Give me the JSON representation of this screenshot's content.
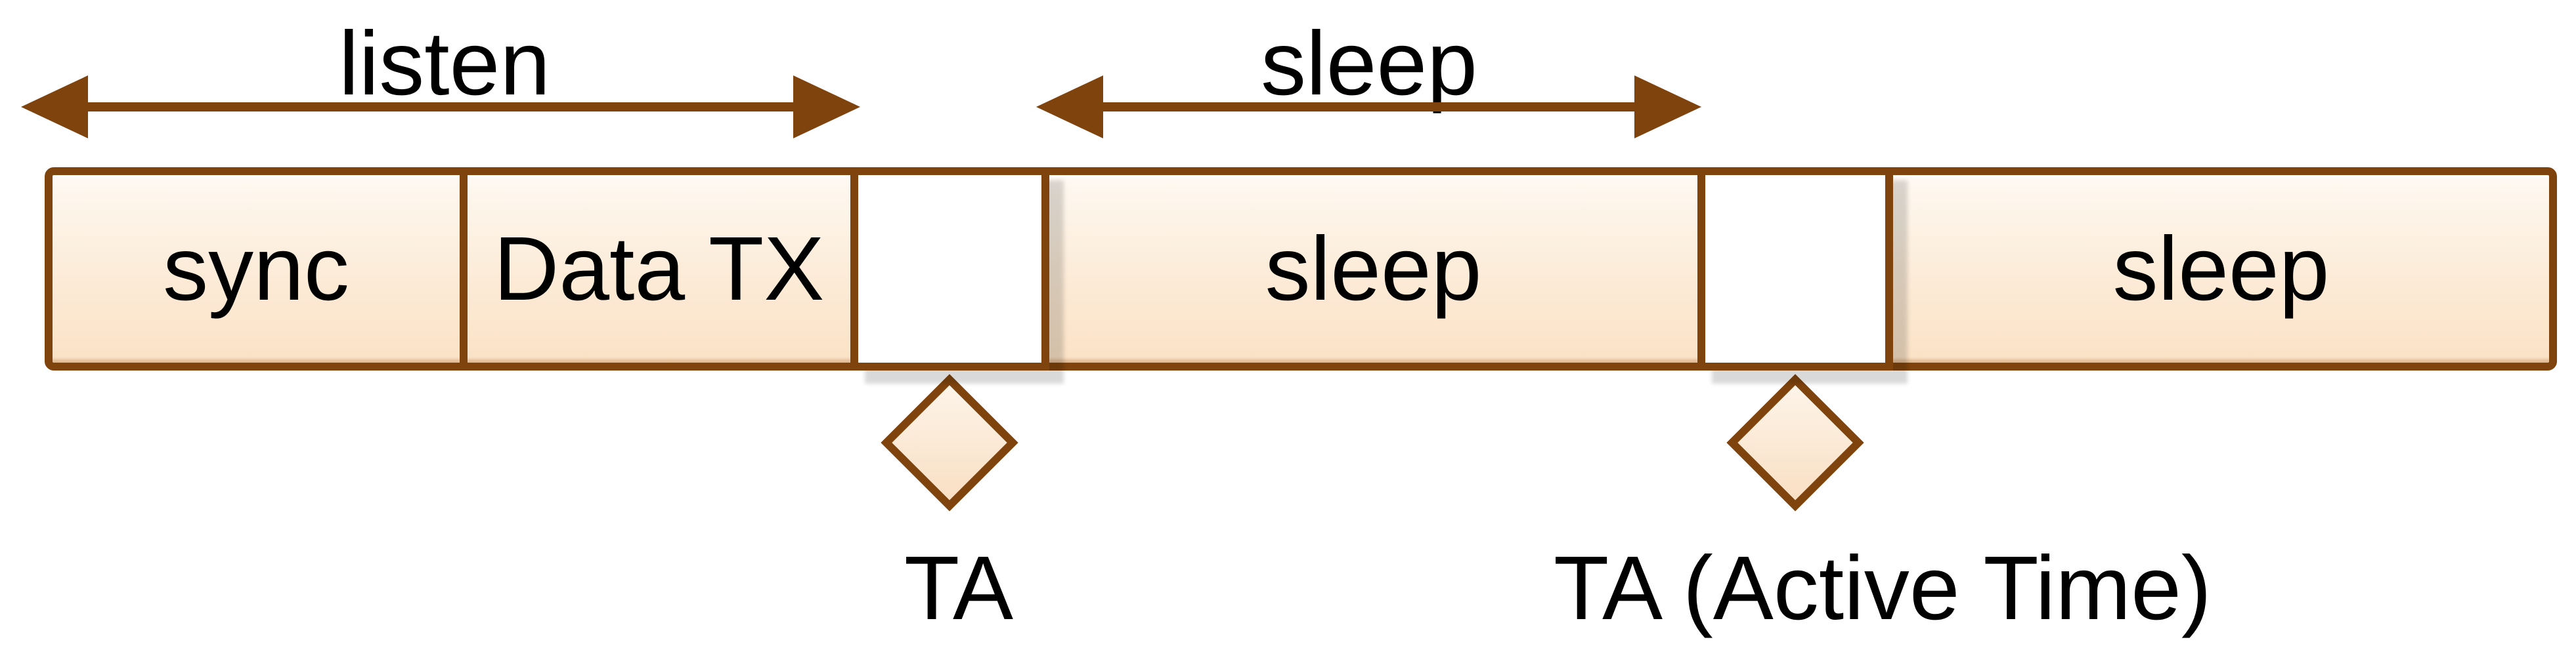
{
  "diagram": {
    "ranges": [
      {
        "id": "listen",
        "label": "listen"
      },
      {
        "id": "sleep",
        "label": "sleep"
      }
    ],
    "segments": [
      {
        "id": "sync",
        "label": "sync",
        "kind": "active"
      },
      {
        "id": "data-tx",
        "label": "Data TX",
        "kind": "active"
      },
      {
        "id": "ta-slot-1",
        "label": "",
        "kind": "ta-slot"
      },
      {
        "id": "sleep-1",
        "label": "sleep",
        "kind": "sleep"
      },
      {
        "id": "ta-slot-2",
        "label": "",
        "kind": "ta-slot"
      },
      {
        "id": "sleep-2",
        "label": "sleep",
        "kind": "sleep"
      }
    ],
    "markers": [
      {
        "id": "ta-1",
        "label": "TA"
      },
      {
        "id": "ta-2",
        "label": "TA (Active Time)"
      }
    ],
    "colors": {
      "brown": "#7F430D",
      "segment_fill_top": "#FEF9F2",
      "segment_fill_bottom": "#FBE2C6",
      "ta_slot_fill": "#FFFFFF",
      "shadow": "#DCDCDC",
      "text": "#000000"
    }
  }
}
